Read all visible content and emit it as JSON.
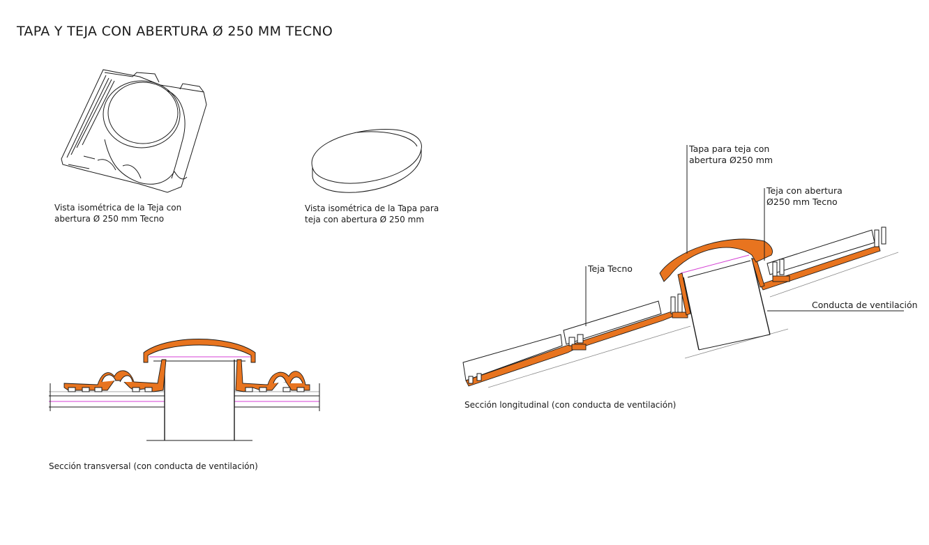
{
  "title": "TAPA Y TEJA CON ABERTURA Ø 250 MM TECNO",
  "captions": {
    "iso_teja_1": "Vista isométrica de la Teja con",
    "iso_teja_2": "abertura Ø 250 mm Tecno",
    "iso_tapa_1": "Vista isométrica de la Tapa para",
    "iso_tapa_2": "teja con abertura Ø 250 mm",
    "transversal": "Sección transversal (con conducta de ventilación)",
    "longitudinal": "Sección longitudinal (con conducta de ventilación)"
  },
  "labels": {
    "tapa_1": "Tapa para teja con",
    "tapa_2": "abertura Ø250 mm",
    "teja_abertura_1": "Teja con abertura",
    "teja_abertura_2": "Ø250 mm Tecno",
    "teja_tecno": "Teja Tecno",
    "conducta": "Conducta de ventilación"
  },
  "colors": {
    "orange": "#e8741f",
    "line": "#1a1a1a",
    "magenta": "#d43fd4",
    "gray": "#8a8a8a"
  }
}
